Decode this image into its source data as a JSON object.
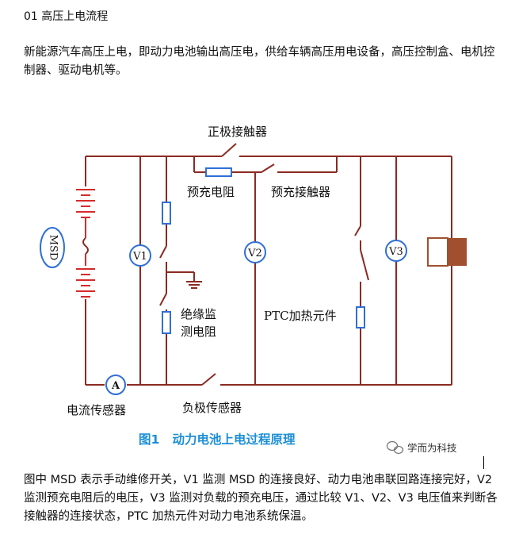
{
  "heading": "01 高压上电流程",
  "intro": "新能源汽车高压上电，即动力电池输出高压电，供给车辆高压用电设备，高压控制盒、电机控制器、驱动电机等。",
  "figure": {
    "labels": {
      "positive_contactor": "正极接触器",
      "precharge_resistor": "预充电阻",
      "precharge_contactor": "预充接触器",
      "msd": "MSD",
      "v1": "V1",
      "v2": "V2",
      "v3": "V3",
      "insulation_line1": "绝缘监",
      "insulation_line2": "测电阻",
      "ptc": "PTC加热元件",
      "ammeter": "A",
      "current_sensor": "电流传感器",
      "negative_sensor": "负极传感器"
    },
    "caption": "图1   动力电池上电过程原理",
    "watermark": "学而为科技",
    "colors": {
      "wire": "#8b2a22",
      "resistor": "#2f6fd6",
      "caption": "#1c8fd6",
      "load": "#a0502e"
    }
  },
  "outro": "图中 MSD 表示手动维修开关，V1 监测 MSD 的连接良好、动力电池串联回路连接完好，V2 监测预充电阻后的电压，V3 监测对负载的预充电压，通过比较 V1、V2、V3 电压值来判断各接触器的连接状态，PTC 加热元件对动力电池系统保温。"
}
